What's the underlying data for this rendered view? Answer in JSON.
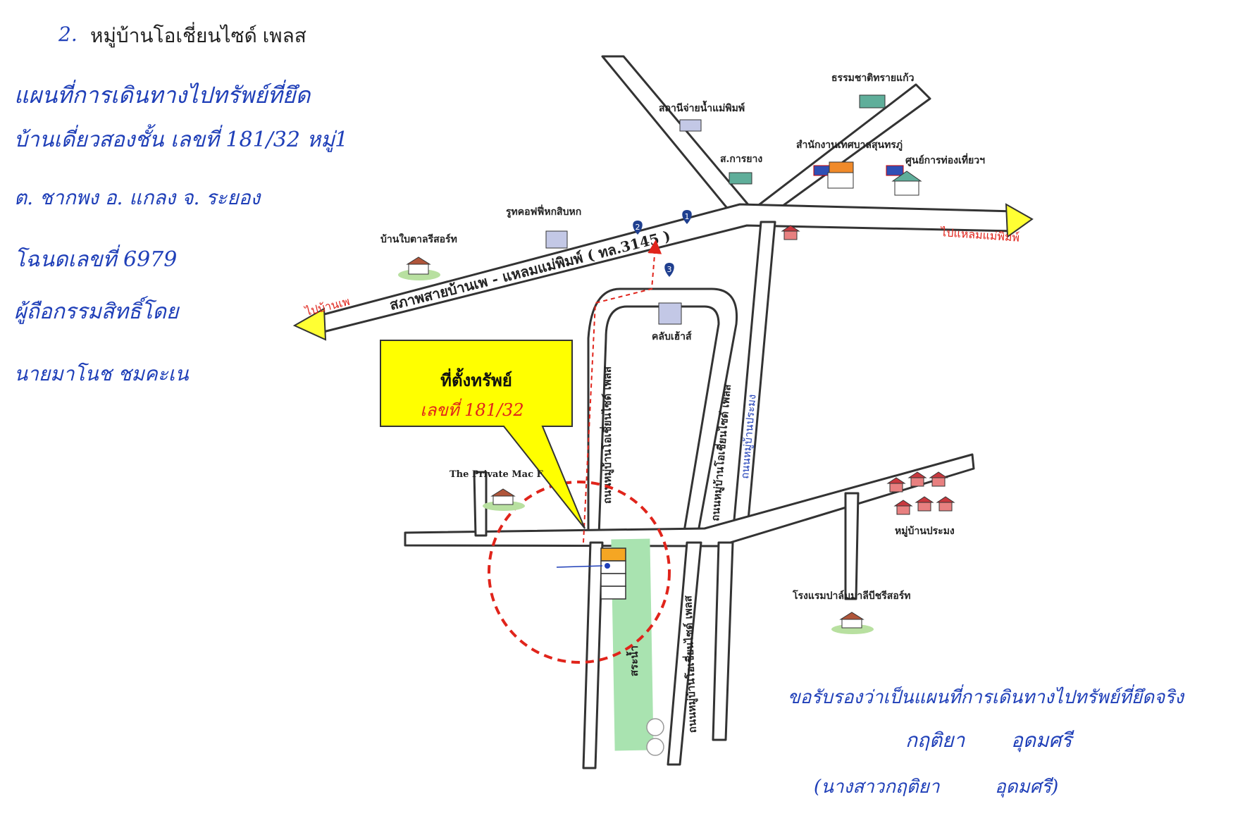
{
  "header": {
    "number": "2.",
    "title": "หมู่บ้านโอเชี่ยนไซด์ เพลส"
  },
  "notes": {
    "line1": "แผนที่การเดินทางไปทรัพย์ที่ยึด",
    "line2": "บ้านเดี่ยวสองชั้น เลขที่ 181/32 หมู่1",
    "line3": "ต. ชากพง อ. แกลง จ. ระยอง",
    "line4": "โฉนดเลขที่ 6979",
    "line5": "ผู้ถือกรรมสิทธิ์โดย",
    "line6": "นายมาโนช ชมคะเน"
  },
  "certification": {
    "line1": "ขอรับรองว่าเป็นแผนที่การเดินทางไปทรัพย์ที่ยึดจริง",
    "line2a": "กฤติยา",
    "line2b": "อุดมศรี",
    "line3a": "(นางสาวกฤติยา",
    "line3b": "อุดมศรี)"
  },
  "callout": {
    "title": "ที่ตั้งทรัพย์",
    "number": "เลขที่ 181/32"
  },
  "roads": {
    "main": "สภาพสายบ้านเพ - แหลมแม่พิมพ์ ( ทล.3145 )",
    "to_ban_phe": "ไปบ้านเพ",
    "to_laem_mae_phim": "ไปแหลมแม่พิมพ์",
    "oceanside_1": "ถนนหมู่บ้านโอเชี่ยนไซด์ เพลส",
    "oceanside_2": "ถนนหมู่บ้านโอเชี่ยนไซด์ เพลส",
    "oceanside_3": "ถนนหมู่บ้านโอเชี่ยนไซด์ เพลส",
    "prachamong": "ถนนหมู่บ้านประมง",
    "pond": "สระน้ำ"
  },
  "places": {
    "thammachat": "ธรรมชาติทรายแก้ว",
    "water_station": "สถานีจ่ายน้ำแม่พิมพ์",
    "kayang": "ส.การยาง",
    "municipal_office": "สำนักงานเทศบาลสุนทรภู่",
    "tourist_center": "ศูนย์การท่องเที่ยวฯ",
    "roof_coffee": "รูทคอฟฟี่หกสิบหก",
    "resort": "บ้านใบตาลรีสอร์ท",
    "club": "คลับเฮ้าส์",
    "private_mac": "The Private Mac F",
    "fishing_village": "หมู่บ้านประมง",
    "hotel": "โรงแรมปาล์มมาลีบีชรีสอร์ท"
  },
  "markers": [
    "1",
    "2",
    "3"
  ],
  "colors": {
    "handwriting": "#1f3fb8",
    "callout": "#ffff00",
    "route": "#e0241b",
    "pond": "#a9e3b0",
    "lot": "#f5a623"
  }
}
